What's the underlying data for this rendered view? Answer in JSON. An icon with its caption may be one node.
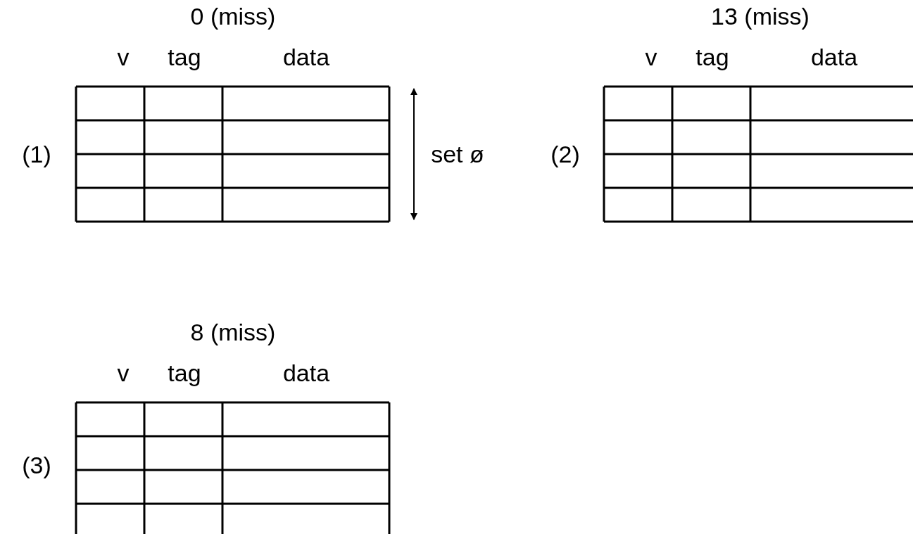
{
  "diagram": {
    "labels": [
      "0 (miss)",
      "13 (miss)",
      "v",
      "tag",
      "data",
      "v",
      "tag",
      "data",
      "(1)",
      "set ø",
      "(2)",
      "8 (miss)",
      "v",
      "tag",
      "data",
      "(3)"
    ]
  }
}
